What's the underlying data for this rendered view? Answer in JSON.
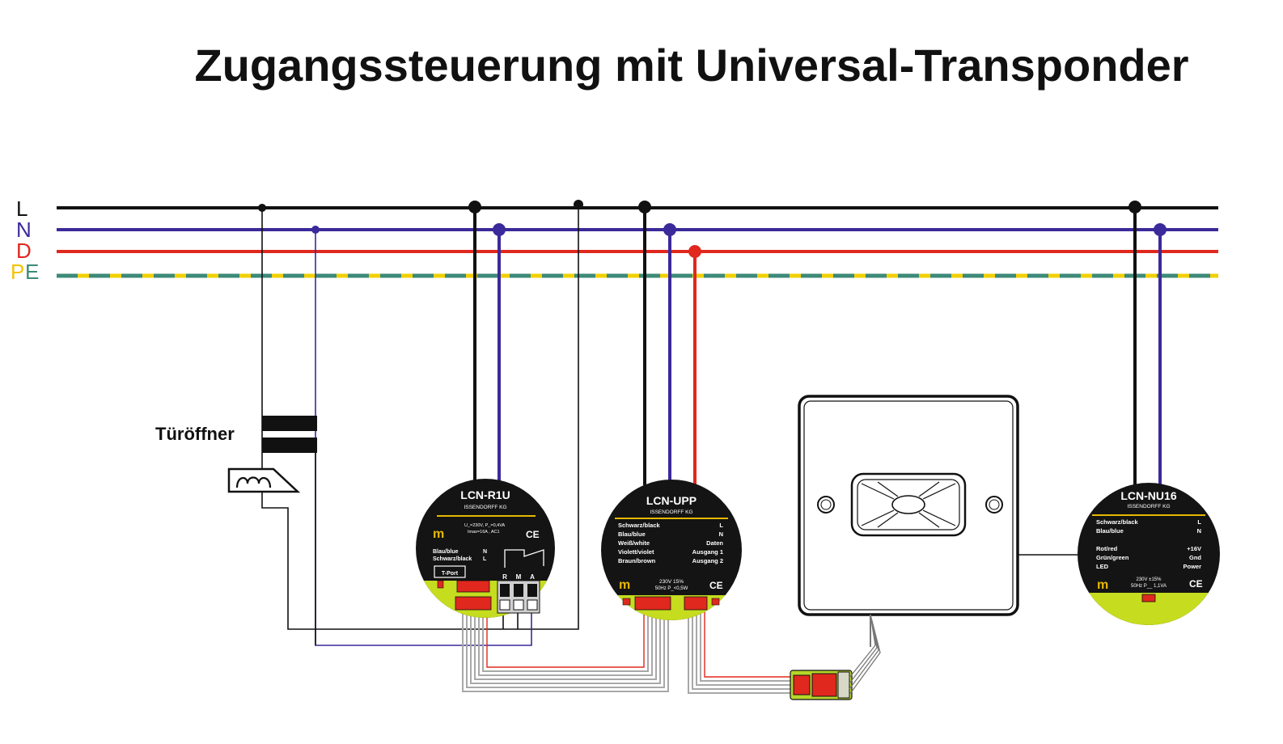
{
  "title": "Zugangssteuerung mit Universal-Transponder",
  "colors": {
    "L": "#111111",
    "N": "#3b2a9a",
    "D": "#e0281e",
    "PE_yellow": "#f2d000",
    "PE_green": "#3d8a78",
    "module_black": "#141414",
    "module_accent": "#c6dc1e",
    "connector_red": "#e0281e",
    "cable_gray": "#a8a8a8"
  },
  "bus": {
    "L": "L",
    "N": "N",
    "D": "D",
    "PE_P": "P",
    "PE_E": "E"
  },
  "door_opener": {
    "label": "Türöffner"
  },
  "modules": {
    "r1u": {
      "name": "LCN-R1U",
      "maker": "ISSENDORFF KG",
      "spec1": "U_=230V, P_=0,4VA",
      "spec2": "Imax=16A , AC1",
      "wire1": "Blau/blue",
      "wire1_term": "N",
      "wire2": "Schwarz/black",
      "wire2_term": "L",
      "tport": "T-Port",
      "relay_r": "R",
      "relay_m": "M",
      "relay_a": "A",
      "ce": "CE"
    },
    "upp": {
      "name": "LCN-UPP",
      "maker": "ISSENDORFF KG",
      "rows": [
        {
          "wire": "Schwarz/black",
          "term": "L"
        },
        {
          "wire": "Blau/blue",
          "term": "N"
        },
        {
          "wire": "Weiß/white",
          "term": "Daten"
        },
        {
          "wire": "Violett/violet",
          "term": "Ausgang 1"
        },
        {
          "wire": "Braun/brown",
          "term": "Ausgang 2"
        }
      ],
      "spec1": "230V  15%",
      "spec2": "50Hz P_<0,5W",
      "ce": "CE"
    },
    "nu16": {
      "name": "LCN-NU16",
      "maker": "ISSENDORFF KG",
      "rows": [
        {
          "wire": "Schwarz/black",
          "term": "L"
        },
        {
          "wire": "Blau/blue",
          "term": "N"
        },
        {
          "wire": "Rot/red",
          "term": "+16V"
        },
        {
          "wire": "Grün/green",
          "term": "Gnd"
        },
        {
          "wire": "LED",
          "term": "Power"
        }
      ],
      "spec1": "230V ±15%",
      "spec2": "50Hz P__ 1,1VA",
      "ce": "CE"
    }
  }
}
